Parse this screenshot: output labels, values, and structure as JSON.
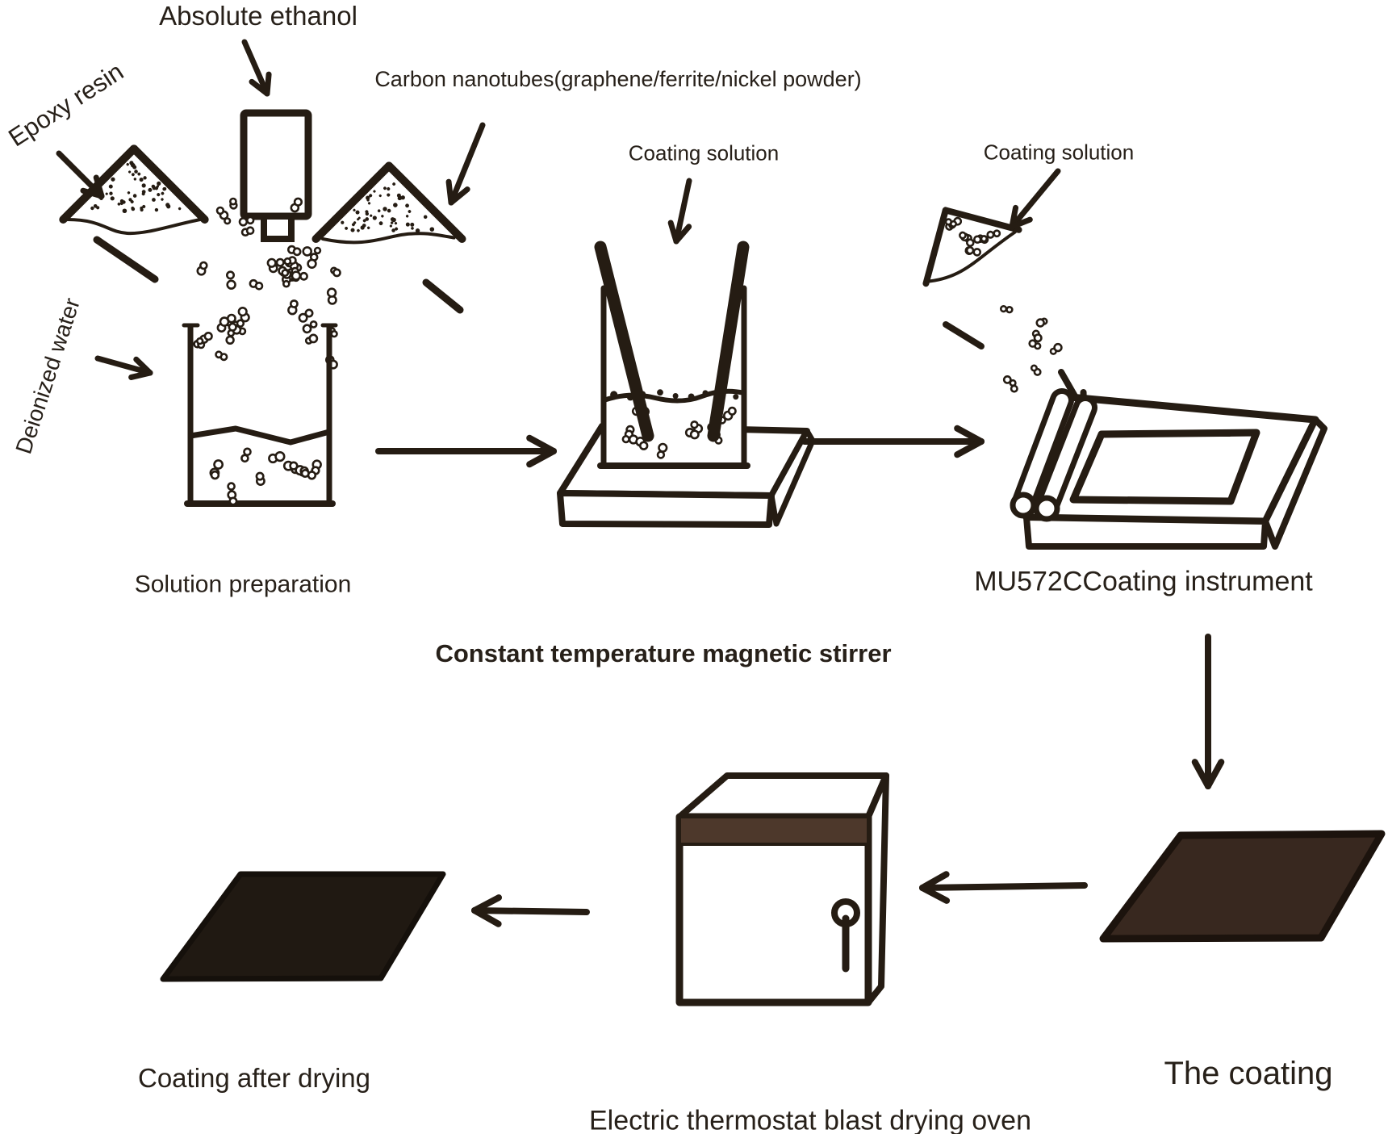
{
  "title": "Coating preparation process flow diagram",
  "labels": {
    "epoxy_resin": "Epoxy resin",
    "absolute_ethanol": "Absolute ethanol",
    "carbon_nanotubes": "Carbon nanotubes(graphene/ferrite/nickel powder)",
    "deionized_water": "Deionized water",
    "solution_preparation": "Solution preparation",
    "magnetic_stirrer": "Constant temperature magnetic stirrer",
    "coating_solution_stirrer": "Coating solution",
    "coating_solution_instrument": "Coating solution",
    "coating_instrument": "MU572CCoating instrument",
    "the_coating": "The coating",
    "drying_oven": "Electric thermostat blast drying oven",
    "coating_after_drying": "Coating after drying"
  },
  "colors": {
    "background": "#ffffff",
    "ink": "#251c13",
    "text": "#272019",
    "coating_fill": "#38281f",
    "coating_border": "#1c130d",
    "dried_coating_fill": "#201912",
    "dried_coating_border": "#15100b",
    "oven_band": "#4d382b"
  }
}
